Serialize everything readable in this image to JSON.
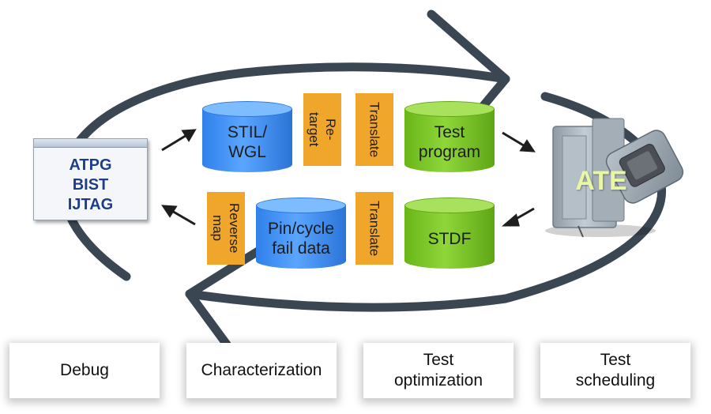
{
  "nodes": {
    "tool_lines": [
      "ATPG",
      "BIST",
      "IJTAG"
    ],
    "ate": "ATE",
    "stil_wgl": "STIL/\nWGL",
    "retarget": "Re-\ntarget",
    "translate_top": "Translate",
    "test_program": "Test\nprogram",
    "reverse_map": "Reverse\nmap",
    "fail_data": "Pin/cycle\nfail data",
    "translate_bottom": "Translate",
    "stdf": "STDF"
  },
  "cards": [
    "Debug",
    "Characterization",
    "Test\noptimization",
    "Test\nscheduling"
  ],
  "colors": {
    "loop": "#3a4752",
    "arrow": "#1e1e1e",
    "cylinder_blue": "#3a8cf0",
    "cylinder_green": "#7cc729",
    "step_orange": "#f0a62b",
    "ate_gray": "#a9b4bd"
  },
  "icons": {
    "tool": "software-window-icon",
    "ate": "test-equipment-icon"
  }
}
